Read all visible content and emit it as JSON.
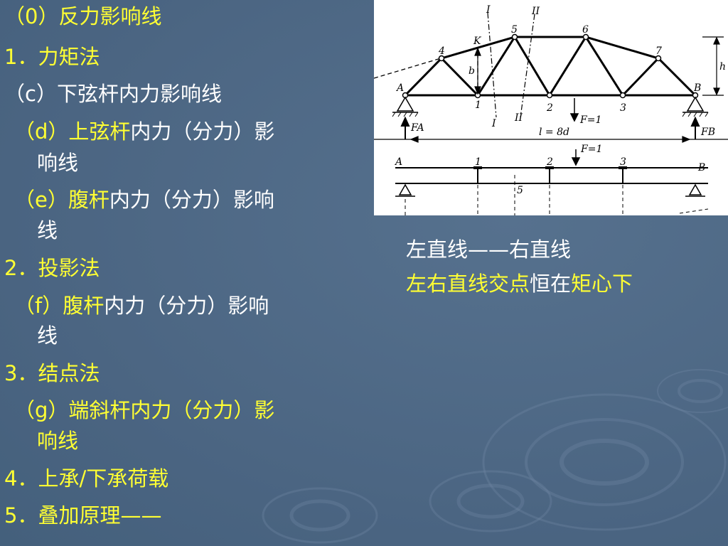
{
  "outline": {
    "item0": {
      "a": "（0）反力影响线"
    },
    "item1": {
      "a": "1．力矩法"
    },
    "item_c": {
      "a": "（c）下弦杆内力影响线"
    },
    "item_d": {
      "a": "（d）上弦杆",
      "b": "内力（分力）影",
      "c": "响线"
    },
    "item_e": {
      "a": "（e）腹杆",
      "b": "内力（分力）影响",
      "c": "线"
    },
    "item2": {
      "a": "2．投影法"
    },
    "item_f": {
      "a": "（f）腹杆",
      "b": "内力（分力）影响",
      "c": "线"
    },
    "item3": {
      "a": "3．结点法"
    },
    "item_g": {
      "a": "（g）端斜杆内力（分力）影",
      "b": "响线"
    },
    "item4": {
      "a": "4．上承/下承荷载"
    },
    "item5": {
      "a": "5．叠加原理——"
    }
  },
  "note": {
    "line1": "左直线——右直线",
    "line2a": "左右直线交点",
    "line2b": "恒在",
    "line2c": "矩心下"
  },
  "figure": {
    "section_top_1": "I",
    "section_top_2": "II",
    "section_bot_1": "I",
    "section_bot_2": "II",
    "node_A": "A",
    "node_B": "B",
    "node_1": "1",
    "node_2": "2",
    "node_3": "3",
    "node_4": "4",
    "node_5": "5",
    "node_6": "6",
    "node_7": "7",
    "point_K": "K",
    "dim_b": "b",
    "dim_h": "h",
    "load_label": "F=1",
    "span_label": "l = 8d",
    "reaction_A": "FA",
    "reaction_B": "FB",
    "load_label_2": "F=1",
    "lower_A": "A",
    "lower_B": "B",
    "lower_1": "1",
    "lower_2": "2",
    "lower_3": "3",
    "lower_5": "5"
  }
}
